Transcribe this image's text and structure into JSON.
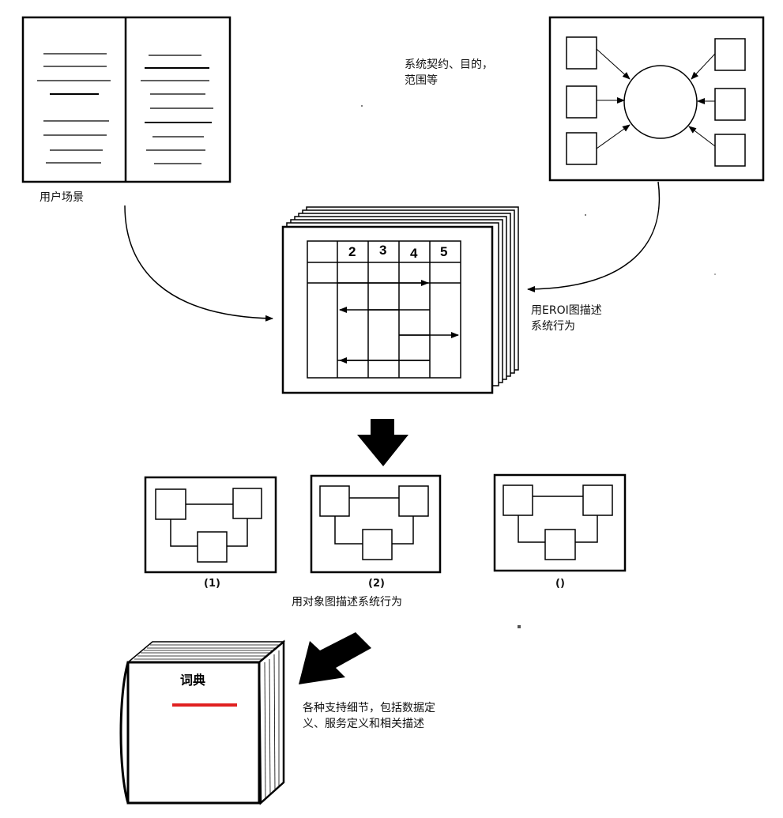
{
  "labels": {
    "user_scenario": "用户场景",
    "system_contract": [
      "系统契约、目的，",
      "范围等"
    ],
    "eroi_diagram": [
      "用EROI图描述",
      "系统行为"
    ],
    "object_diagram": "用对象图描述系统行为",
    "support_details": [
      "各种支持细节，包括数据定",
      "义、服务定义和相关描述"
    ]
  },
  "table_headers": [
    "",
    "2",
    "3",
    "4",
    "5"
  ],
  "object_diagram_captions": [
    "(1)",
    "(2)",
    "()"
  ],
  "dictionary": {
    "title": "词典",
    "underline_color": "#e02020"
  },
  "colors": {
    "ink": "#000000",
    "paper": "#ffffff"
  },
  "icons": [
    "open-book-icon",
    "context-diagram-icon",
    "eroi-table-stack-icon",
    "down-arrow-icon",
    "object-diagram-icon",
    "diagonal-arrow-icon",
    "dictionary-book-icon"
  ]
}
